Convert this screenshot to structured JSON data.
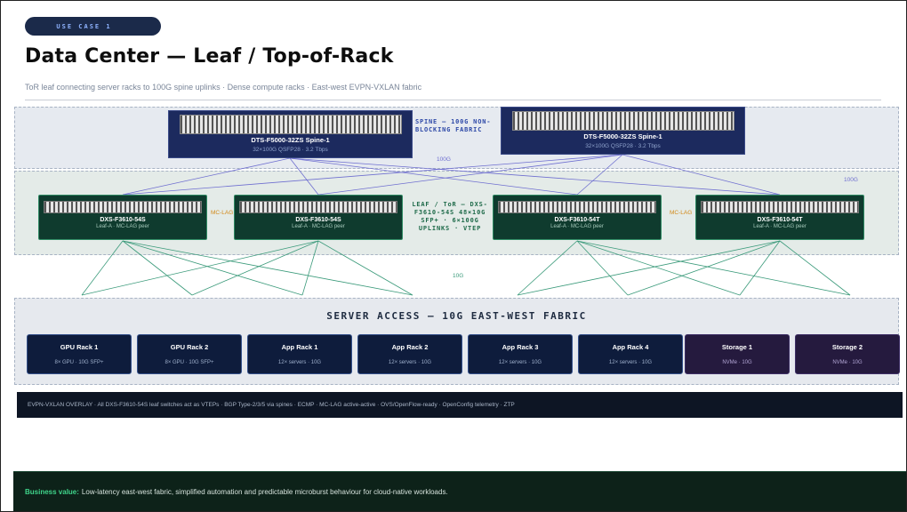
{
  "header": {
    "badge": "USE CASE 1",
    "title": "Data Center — Leaf / Top-of-Rack",
    "subtitle": "ToR leaf connecting server racks to 100G spine uplinks · Dense compute racks · East-west EVPN-VXLAN fabric"
  },
  "spine": {
    "label": "SPINE — 100G NON-BLOCKING FABRIC",
    "switches": [
      {
        "name": "DTS-F5000-32ZS  Spine-1",
        "spec": "32×100G QSFP28 · 3.2 Tbps"
      },
      {
        "name": "DTS-F5000-32ZS  Spine-1",
        "spec": "32×100G QSFP28 · 3.2 Tbps"
      }
    ]
  },
  "leaf": {
    "label": "LEAF / ToR — DXS-F3610-54S 48×10G SFP+ · 6×100G UPLINKS · VTEP",
    "switches": [
      {
        "name": "DXS-F3610-54S",
        "role": "Leaf-A · MC-LAG peer"
      },
      {
        "name": "DXS-F3610-54S",
        "role": "Leaf-A · MC-LAG peer"
      },
      {
        "name": "DXS-F3610-54T",
        "role": "Leaf-A · MC-LAG peer"
      },
      {
        "name": "DXS-F3610-54T",
        "role": "Leaf-A · MC-LAG peer"
      }
    ],
    "mclag": [
      "MC-LAG",
      "MC-LAG"
    ]
  },
  "links": {
    "uplink_speed": "100G",
    "uplink_speed_2": "100G",
    "access_speed": "10G"
  },
  "server": {
    "title": "SERVER ACCESS — 10G EAST-WEST FABRIC",
    "racks": [
      {
        "name": "GPU Rack 1",
        "spec": "8× GPU · 10G SFP+",
        "kind": "compute"
      },
      {
        "name": "GPU Rack 2",
        "spec": "8× GPU · 10G SFP+",
        "kind": "compute"
      },
      {
        "name": "App Rack 1",
        "spec": "12× servers · 10G",
        "kind": "compute"
      },
      {
        "name": "App Rack 2",
        "spec": "12× servers · 10G",
        "kind": "compute"
      },
      {
        "name": "App Rack 3",
        "spec": "12× servers · 10G",
        "kind": "compute"
      },
      {
        "name": "App Rack 4",
        "spec": "12× servers · 10G",
        "kind": "compute"
      },
      {
        "name": "Storage 1",
        "spec": "NVMe · 10G",
        "kind": "storage"
      },
      {
        "name": "Storage 2",
        "spec": "NVMe · 10G",
        "kind": "storage"
      }
    ]
  },
  "overlay": {
    "text": "EVPN-VXLAN OVERLAY · All DXS-F3610-54S leaf switches act as VTEPs · BGP Type-2/3/5 via spines · ECMP · MC-LAG active-active · OVS/OpenFlow-ready · OpenConfig telemetry · ZTP"
  },
  "business": {
    "label": "Business value:",
    "text": "Low-latency east-west fabric, simplified automation and predictable microburst behaviour for cloud-native workloads."
  },
  "colors": {
    "spine_link": "#6f6fd0",
    "access_link": "#3a9a7a",
    "mclag": "#d28a1a",
    "accent_green": "#3fd48a"
  }
}
